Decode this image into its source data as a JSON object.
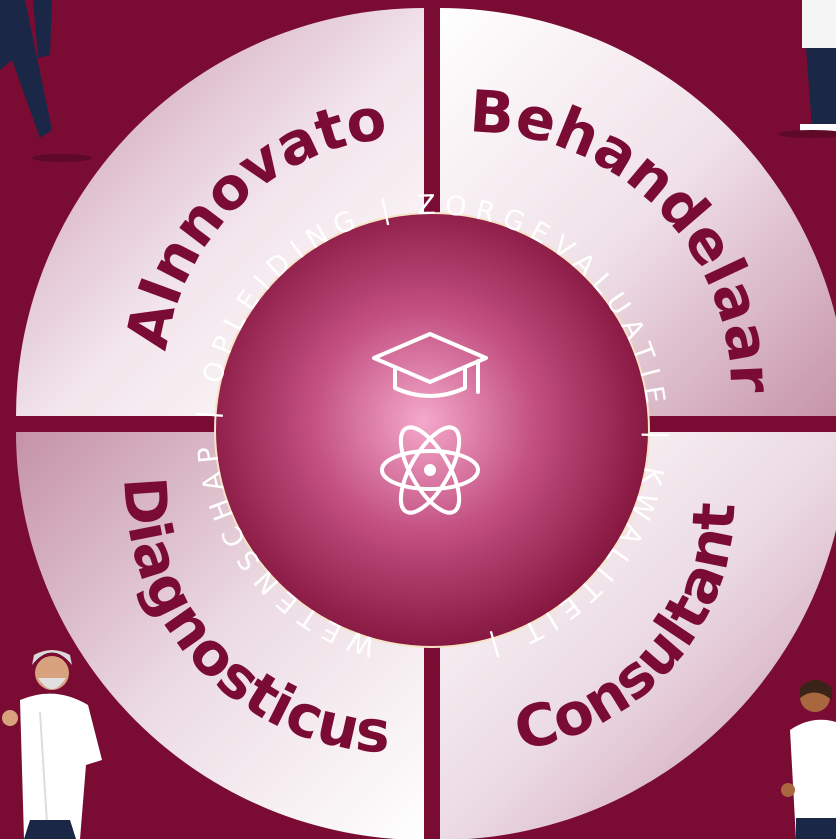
{
  "quadrants": {
    "top_left": "AInnovator",
    "top_right": "Behandelaar",
    "bottom_left": "Diagnosticus",
    "bottom_right": "Consultant"
  },
  "center_ring_text": "WETENSCHAP | OPLEIDING | ZORGEVALUATIE | KWALITEIT |",
  "center_icons": [
    "graduation-cap-icon",
    "atom-icon"
  ],
  "colors": {
    "background": "#7a0c33",
    "label": "#7a0c33",
    "center_light": "#f4a9cb",
    "center_dark": "#7a0c33",
    "ring_text": "#ffffff"
  }
}
